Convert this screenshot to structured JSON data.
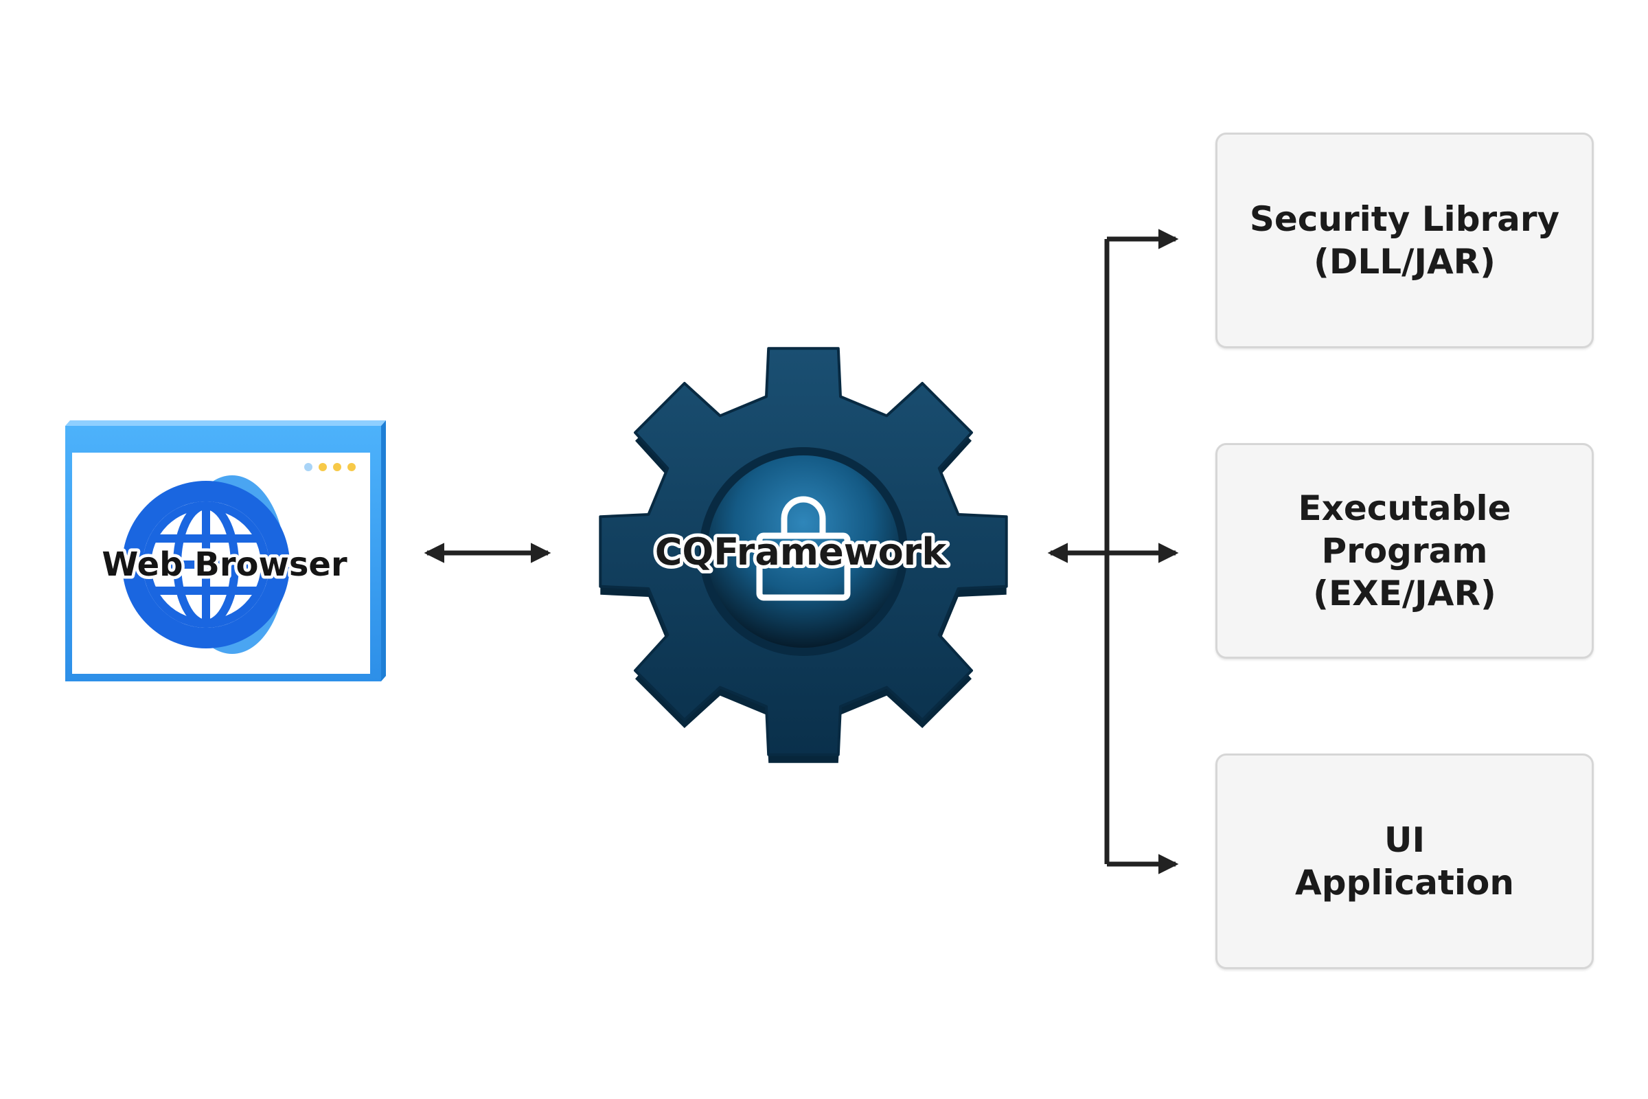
{
  "nodes": {
    "browser": {
      "label": "Web Browser"
    },
    "framework": {
      "label": "CQFramework"
    },
    "targets": [
      {
        "lines": [
          "Security Library",
          "(DLL/JAR)"
        ]
      },
      {
        "lines": [
          "Executable",
          "Program",
          "(EXE/JAR)"
        ]
      },
      {
        "lines": [
          "UI",
          "Application"
        ]
      }
    ]
  },
  "edges": [
    {
      "from": "browser",
      "to": "framework",
      "kind": "bidirectional"
    },
    {
      "from": "framework",
      "to": "targets",
      "kind": "bidirectional-branch"
    },
    {
      "from": "framework",
      "to": "targets.0",
      "kind": "directed"
    },
    {
      "from": "framework",
      "to": "targets.1",
      "kind": "directed"
    },
    {
      "from": "framework",
      "to": "targets.2",
      "kind": "directed"
    }
  ],
  "colors": {
    "browser_frame": "#3aa0f5",
    "browser_globe": "#1a66e0",
    "gear_body": "#0f3d5c",
    "gear_shadow": "#07263b",
    "gear_hub": "#1d6a98",
    "arrow": "#222222",
    "box_fill": "#f5f5f5",
    "box_border": "#d6d6d6"
  },
  "icons": {
    "browser": "browser-window-globe-icon",
    "framework": "gear-lock-icon"
  }
}
